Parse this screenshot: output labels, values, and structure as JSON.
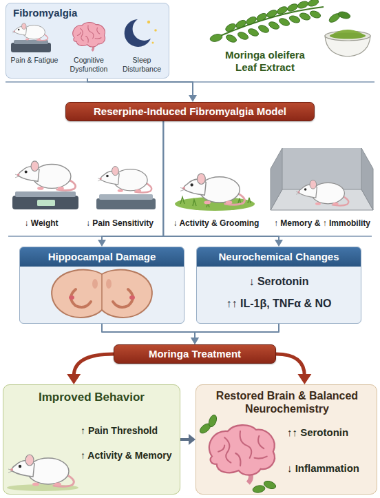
{
  "diagram": {
    "nodes": [
      {
        "text": [
          "Fibromyalgia",
          "Pain & Fatigue",
          "Cognitive Dysfunction",
          "Sleep Disturbance"
        ]
      },
      {
        "text": [
          "Reserpine-Induced Fibromyalgia Model"
        ]
      },
      {
        "text": [
          "Hippocampal Damage"
        ]
      },
      {
        "text": [
          "Neurochemical Changes",
          "↓ Serotonin",
          "↑↑ IL-1β, TNFα & NO"
        ]
      },
      {
        "text": [
          "Moringa Treatment"
        ]
      },
      {
        "text": [
          "Improved Behavior",
          "↑ Pain Threshold",
          "↑ Activity & Memory"
        ]
      },
      {
        "text": [
          "Restored Brain & Balanced Neurochemistry",
          "↑↑ Serotonin",
          "↓ Inflammation"
        ]
      }
    ],
    "edges": [
      {
        "from": 0,
        "to": 1,
        "arrow": "to"
      },
      {
        "from": 1,
        "to": 2,
        "arrow": "to"
      },
      {
        "from": 1,
        "to": 3,
        "arrow": "to"
      },
      {
        "from": 2,
        "to": 4,
        "arrow": "to"
      },
      {
        "from": 3,
        "to": 4,
        "arrow": "to"
      },
      {
        "from": 4,
        "to": 5,
        "arrow": "to"
      },
      {
        "from": 4,
        "to": 6,
        "arrow": "to"
      },
      {
        "from": 5,
        "to": 6,
        "arrow": "to"
      }
    ],
    "labels": [
      "Moringa oleifera Leaf Extract",
      "↓ Weight",
      "↓ Pain Sensitivity",
      "↓ Activity & Grooming",
      "↑ Memory & ↑ Immobility"
    ]
  }
}
